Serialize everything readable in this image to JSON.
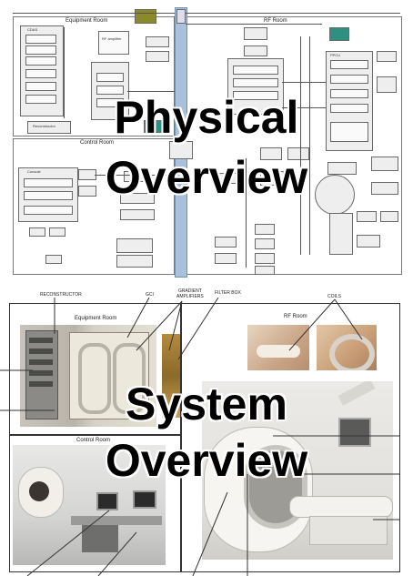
{
  "physical": {
    "heading_line1": "Physical",
    "heading_line2": "Overview",
    "rooms": {
      "equipment": "Equipment Room",
      "rf": "RF Room",
      "control": "Control Room"
    }
  },
  "system": {
    "heading_line1": "System",
    "heading_line2": "Overview",
    "rooms": {
      "equipment": "Equipment Room",
      "rf": "RF Room",
      "control": "Control Room"
    },
    "callouts": {
      "reconstructor": "RECONSTRUCTOR",
      "gci": "GCI",
      "gradient_amplifiers": "GRADIENT\nAMPLIFIERS",
      "filter_box": "FILTER BOX",
      "coils": "COILS"
    }
  },
  "colors": {
    "background": "#ffffff",
    "diagram_line": "#555555",
    "waveguide_blue": "#a9c1dc",
    "olive_block": "#8a8a2a",
    "teal_block": "#2f8f80",
    "heading_text": "#000000"
  }
}
